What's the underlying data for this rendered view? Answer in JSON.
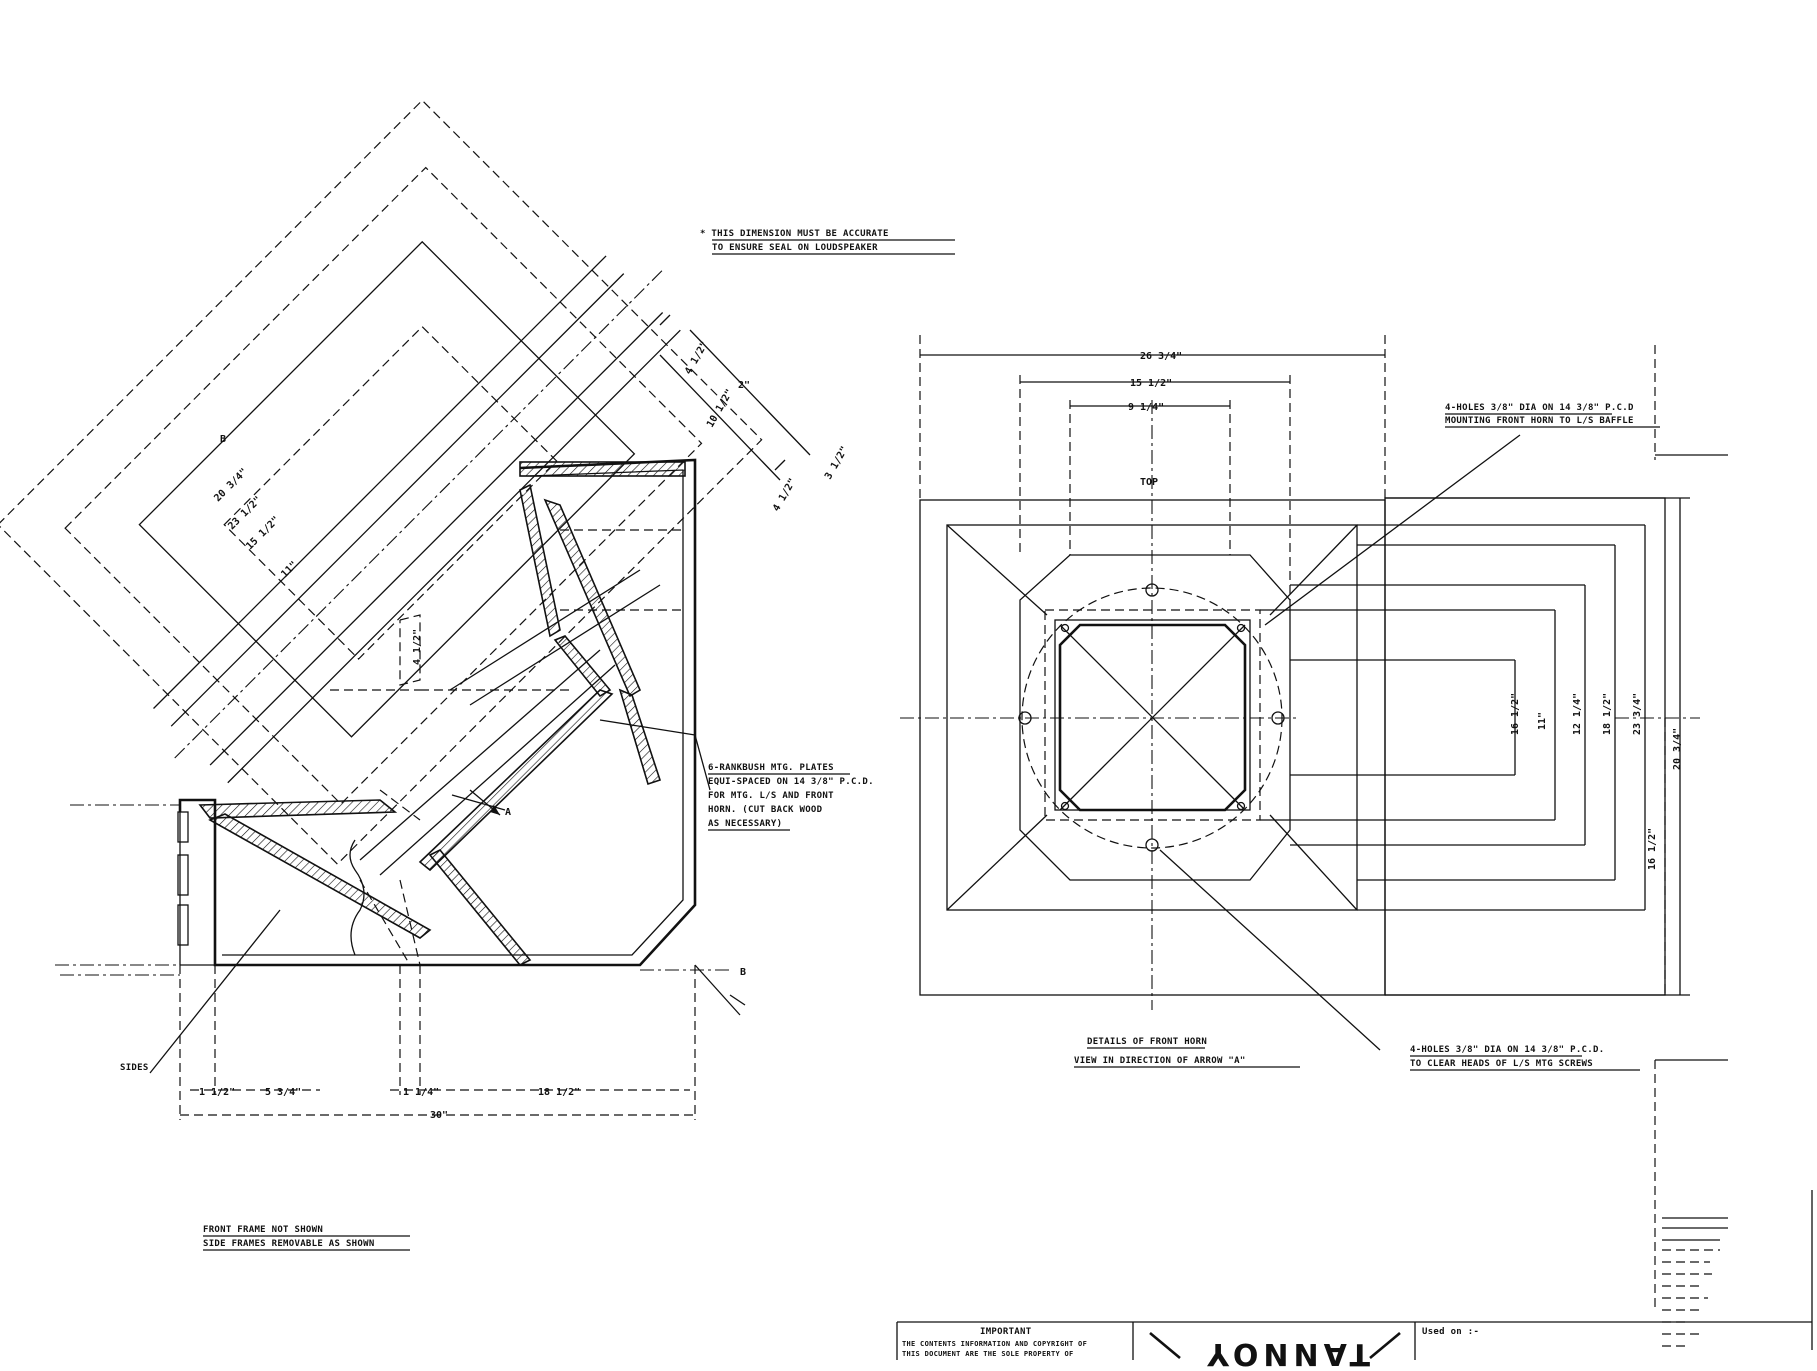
{
  "notes": {
    "accuracy": [
      "* THIS DIMENSION MUST BE ACCURATE",
      "TO ENSURE SEAL ON LOUDSPEAKER"
    ],
    "mounting_plates": [
      "6-RANKBUSH MTG. PLATES",
      "EQUI-SPACED ON 14 3/8\" P.C.D.",
      "FOR MTG. L/S AND FRONT",
      "HORN. (CUT BACK WOOD",
      "AS NECESSARY)"
    ],
    "front_frame": [
      "FRONT FRAME NOT SHOWN",
      "SIDE FRAMES REMOVABLE AS SHOWN"
    ],
    "sides": "SIDES",
    "holes_mounting": [
      "4-HOLES 3/8\" DIA ON 14 3/8\" P.C.D",
      "MOUNTING FRONT HORN TO L/S BAFFLE"
    ],
    "holes_clear": [
      "4-HOLES 3/8\" DIA ON 14 3/8\" P.C.D.",
      "TO CLEAR HEADS OF L/S MTG SCREWS"
    ],
    "details": [
      "DETAILS OF FRONT HORN",
      "VIEW IN DIRECTION OF ARROW \"A\""
    ],
    "top": "TOP"
  },
  "section_dims": {
    "d1": "1 1/2\"",
    "d2": "5 3/4\"",
    "d3": "1 1/4\"",
    "d4": "18 1/2\"",
    "overall": "30\"",
    "diag1": "20 3/4\"",
    "diag2": "23 1/2\"",
    "diag3": "15 1/2\"",
    "diag4": "11\"",
    "small1": "4 1/2\"",
    "small2": "2\"",
    "small3": "10 1/2\"",
    "small4": "3 1/2\"",
    "small5": "4 1/2\"",
    "small6": "4 1/2\"",
    "section_label": "B",
    "arrow_label": "A"
  },
  "horn_dims": {
    "w1": "26 3/4\"",
    "w2": "15 1/2\"",
    "w3": "9 1/4\"",
    "h1": "16 1/2\"",
    "h2": "11\"",
    "h3": "12 1/4\"",
    "h4": "18 1/2\"",
    "h5": "23 3/4\"",
    "h6": "20 3/4\"",
    "h7": "16 1/2\""
  },
  "title_block": {
    "important": "IMPORTANT",
    "copyright": [
      "THE CONTENTS INFORMATION AND COPYRIGHT OF",
      "THIS DOCUMENT ARE THE SOLE PROPERTY OF"
    ],
    "logo": "TANNOY",
    "used_on": "Used on :-"
  }
}
